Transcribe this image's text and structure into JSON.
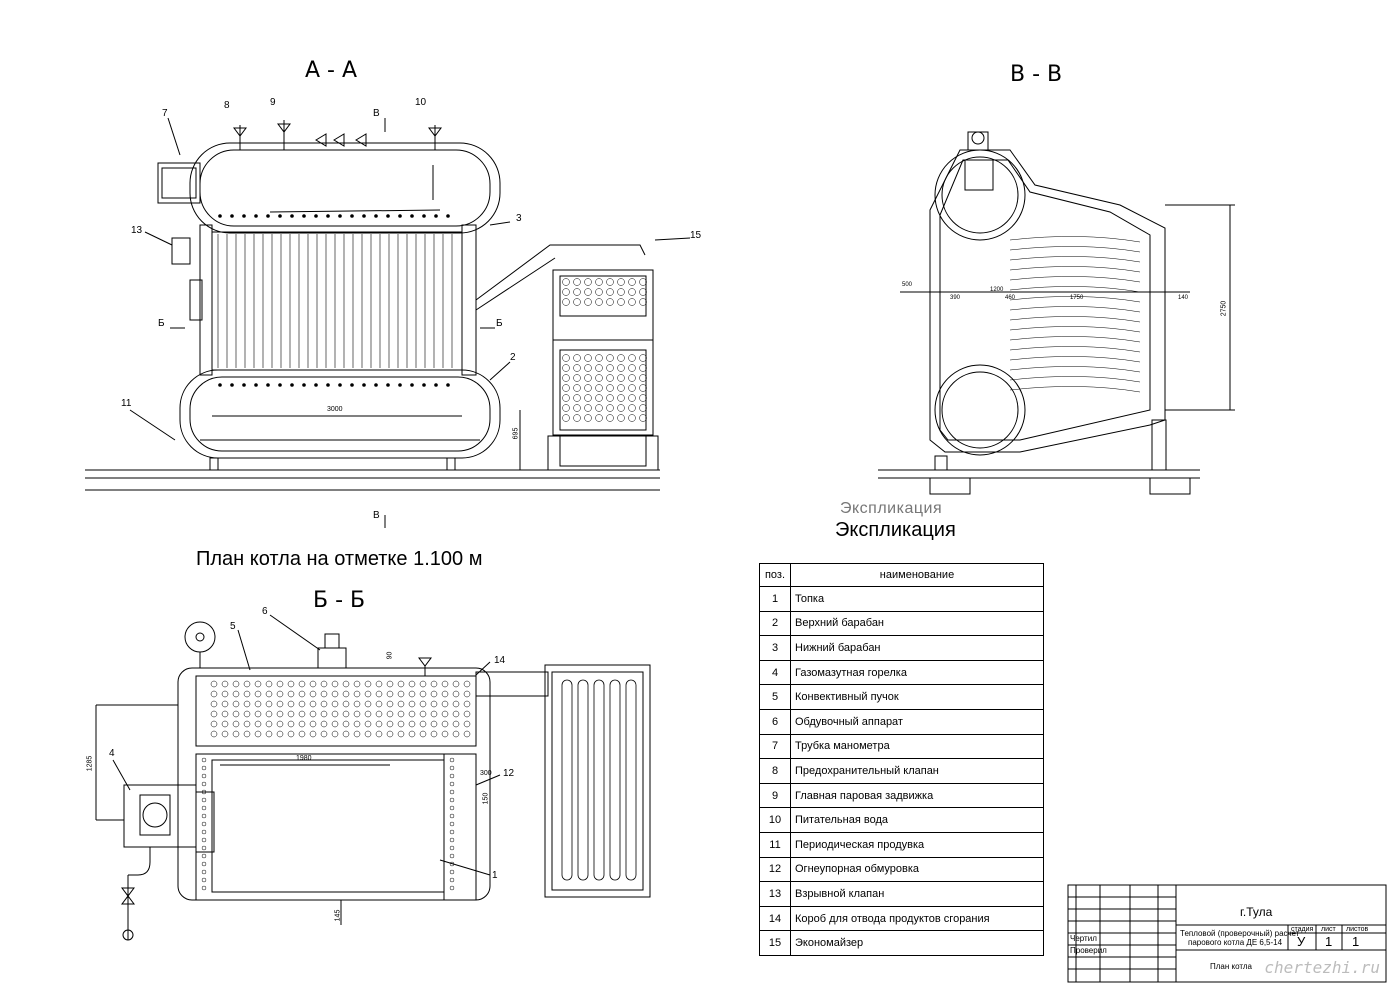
{
  "sections": {
    "aa": "А - А",
    "bb": "Б - Б",
    "vv": "В - В"
  },
  "plan_title": "План котла на отметке 1.100 м",
  "explication": {
    "ghost_title": "Экспликация",
    "title": "Экспликация",
    "header_pos": "поз.",
    "header_name": "наименование",
    "rows": [
      {
        "pos": "1",
        "name": "Топка"
      },
      {
        "pos": "2",
        "name": "Верхний  барабан"
      },
      {
        "pos": "3",
        "name": "Нижний барабан"
      },
      {
        "pos": "4",
        "name": "Газомазутная горелка"
      },
      {
        "pos": "5",
        "name": "Конвективный пучок"
      },
      {
        "pos": "6",
        "name": "Обдувочный аппарат"
      },
      {
        "pos": "7",
        "name": "Трубка манометра"
      },
      {
        "pos": "8",
        "name": "Предохранительный клапан"
      },
      {
        "pos": "9",
        "name": "Главная паровая задвижка"
      },
      {
        "pos": "10",
        "name": "Питательная вода"
      },
      {
        "pos": "11",
        "name": "Периодическая продувка"
      },
      {
        "pos": "12",
        "name": "Огнеупорная обмуровка"
      },
      {
        "pos": "13",
        "name": " Взрывной клапан"
      },
      {
        "pos": "14",
        "name": "Короб для отвода продуктов сгорания"
      },
      {
        "pos": "15",
        "name": "Экономайзер"
      }
    ]
  },
  "callouts_aa": [
    "7",
    "8",
    "9",
    "10",
    "13",
    "3",
    "15",
    "2",
    "11"
  ],
  "callouts_bb": [
    "6",
    "5",
    "14",
    "4",
    "12",
    "1"
  ],
  "section_marks": {
    "v_top": "В",
    "v_bottom": "В",
    "b_left": "Б",
    "b_right": "Б"
  },
  "dimensions_aa": {
    "length": "3000",
    "height": "695"
  },
  "dimensions_bb": {
    "inner": "1980",
    "side": "1285",
    "d300": "300",
    "d150": "150",
    "d145": "145",
    "d90": "90"
  },
  "dimensions_vv": {
    "h": "2750",
    "a": "500",
    "b": "390",
    "c": "1200",
    "d": "460",
    "e": "1750",
    "f": "140"
  },
  "stamp": {
    "city": "г.Тула",
    "work_title_1": "Тепловой (проверочный) расчет",
    "work_title_2": "парового котла ДЕ 6,5-14",
    "sheet_name": "План котла",
    "row_chertil": "Чертил",
    "row_proveril": "Проверил",
    "h_stadiya": "стадия",
    "h_list": "лист",
    "h_listov": "листов",
    "v_stadiya": "У",
    "v_list": "1",
    "v_listov": "1"
  },
  "watermark": "chertezhi.ru"
}
